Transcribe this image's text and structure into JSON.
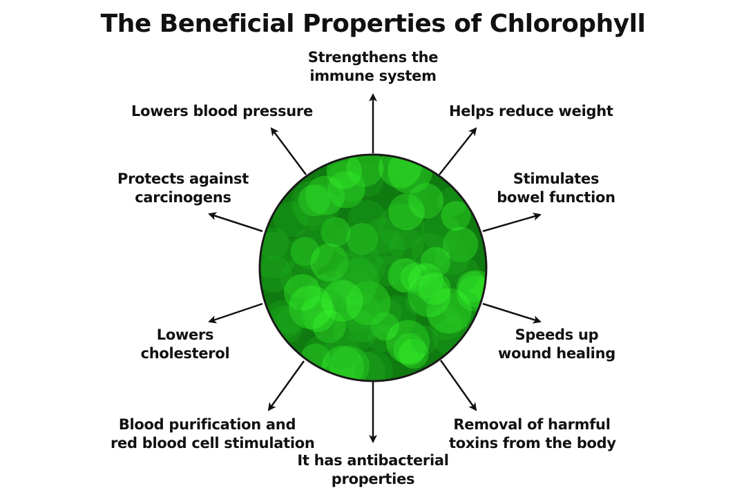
{
  "title": "The Beneficial Properties of Chlorophyll",
  "colors": {
    "dark_green": "#0f7a0f",
    "mid_green": "#22b322",
    "bright_green": "#39ff2e",
    "outline": "#1a1a1a",
    "text": "#111111"
  },
  "labels": {
    "immune": [
      "Strengthens the",
      "immune system"
    ],
    "weight": [
      "Helps reduce weight"
    ],
    "bowel": [
      "Stimulates",
      "bowel function"
    ],
    "wound": [
      "Speeds up",
      "wound healing"
    ],
    "toxins": [
      "Removal of harmful",
      "toxins from the body"
    ],
    "antibacterial": [
      "It has antibacterial",
      "properties"
    ],
    "blood": [
      "Blood purification and",
      "red blood cell stimulation"
    ],
    "cholesterol": [
      "Lowers",
      "cholesterol"
    ],
    "carcinogens": [
      "Protects against",
      "carcinogens"
    ],
    "pressure": [
      "Lowers blood pressure"
    ]
  }
}
